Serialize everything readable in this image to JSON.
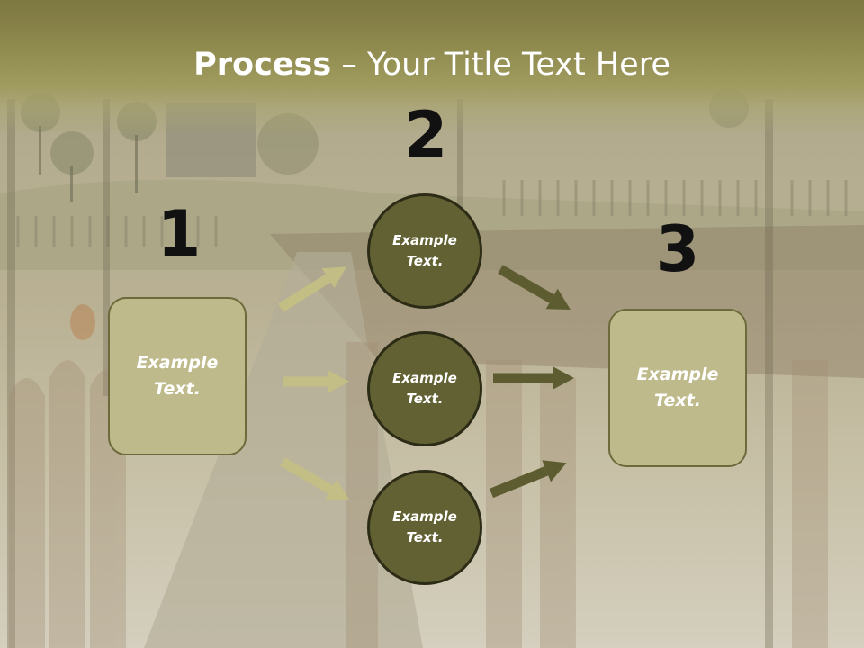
{
  "title": {
    "bold_part": "Process",
    "rest_part": " – Your Title Text Here"
  },
  "steps": {
    "step1_number": "1",
    "step2_number": "2",
    "step3_number": "3"
  },
  "left_box": {
    "text": "Example\nText."
  },
  "circles": [
    {
      "text": "Example\nText."
    },
    {
      "text": "Example\nText."
    },
    {
      "text": "Example\nText."
    }
  ],
  "right_box": {
    "text": "Example\nText."
  },
  "colors": {
    "title_band": "#8f8a4e",
    "box_fill": "#bfba8b",
    "circle_fill": "#626133",
    "arrow_light": "#c4c083",
    "arrow_dark": "#5d5c31"
  }
}
